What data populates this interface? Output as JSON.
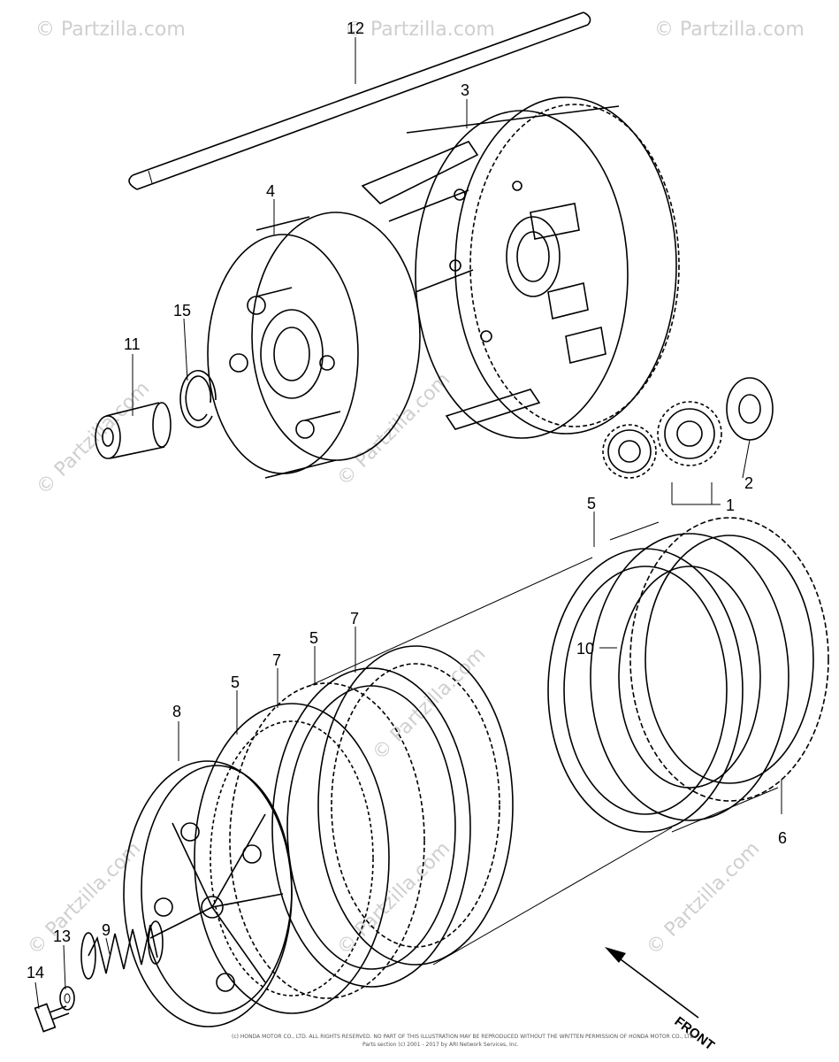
{
  "watermark": {
    "text": "© Partzilla.com"
  },
  "front_label": "FRONT",
  "copyright": {
    "line1": "(c) HONDA MOTOR CO., LTD. ALL RIGHTS RESERVED. NO PART OF THIS ILLUSTRATION MAY BE REPRODUCED WITHOUT THE WRITTEN PERMISSION OF HONDA MOTOR CO., LTD.",
    "line2": "Parts section (c) 2001 - 2017 by ARI Network Services, Inc."
  },
  "callouts": {
    "p1": "1",
    "p2": "2",
    "p3": "3",
    "p4": "4",
    "p5a": "5",
    "p5b": "5",
    "p5c": "5",
    "p6": "6",
    "p7a": "7",
    "p7b": "7",
    "p8": "8",
    "p9": "9",
    "p10": "10",
    "p11": "11",
    "p12": "12",
    "p13": "13",
    "p14": "14",
    "p15": "15"
  }
}
